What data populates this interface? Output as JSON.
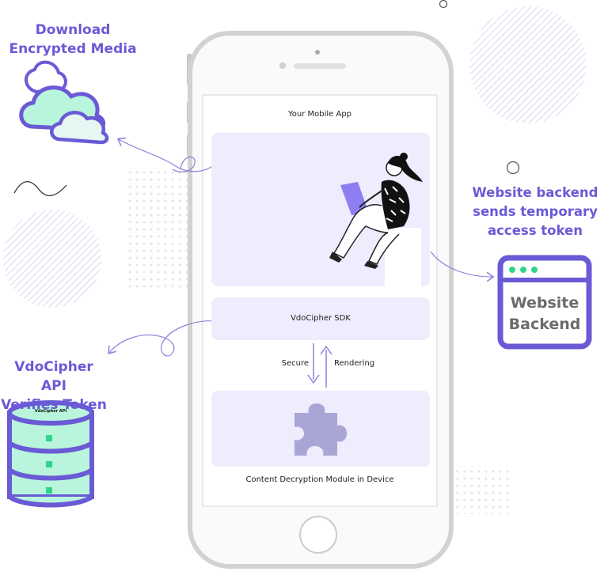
{
  "labels": {
    "download_line1": "Download",
    "download_line2": "Encrypted Media",
    "backend_line1": "Website backend",
    "backend_line2": "sends temporary",
    "backend_line3": "access token",
    "api_line1": "VdoCipher API",
    "api_line2": "Verifies Token"
  },
  "phone": {
    "app_title": "Your Mobile App",
    "sdk_label": "VdoCipher SDK",
    "secure_label": "Secure",
    "rendering_label": "Rendering",
    "cdm_label": "Content Decryption Module in Device"
  },
  "backend_box": {
    "line1": "Website",
    "line2": "Backend"
  },
  "database": {
    "label": "VdoCipher API"
  },
  "colors": {
    "accent": "#6a5ad6",
    "cloud_fill": "#b8f5dc",
    "panel": "#eeecfd",
    "green_dot": "#2fd68a"
  },
  "icons": [
    "cloud-icon",
    "database-icon",
    "browser-window-icon",
    "puzzle-piece-icon",
    "person-with-laptop-illustration",
    "phone-home-button-icon"
  ]
}
